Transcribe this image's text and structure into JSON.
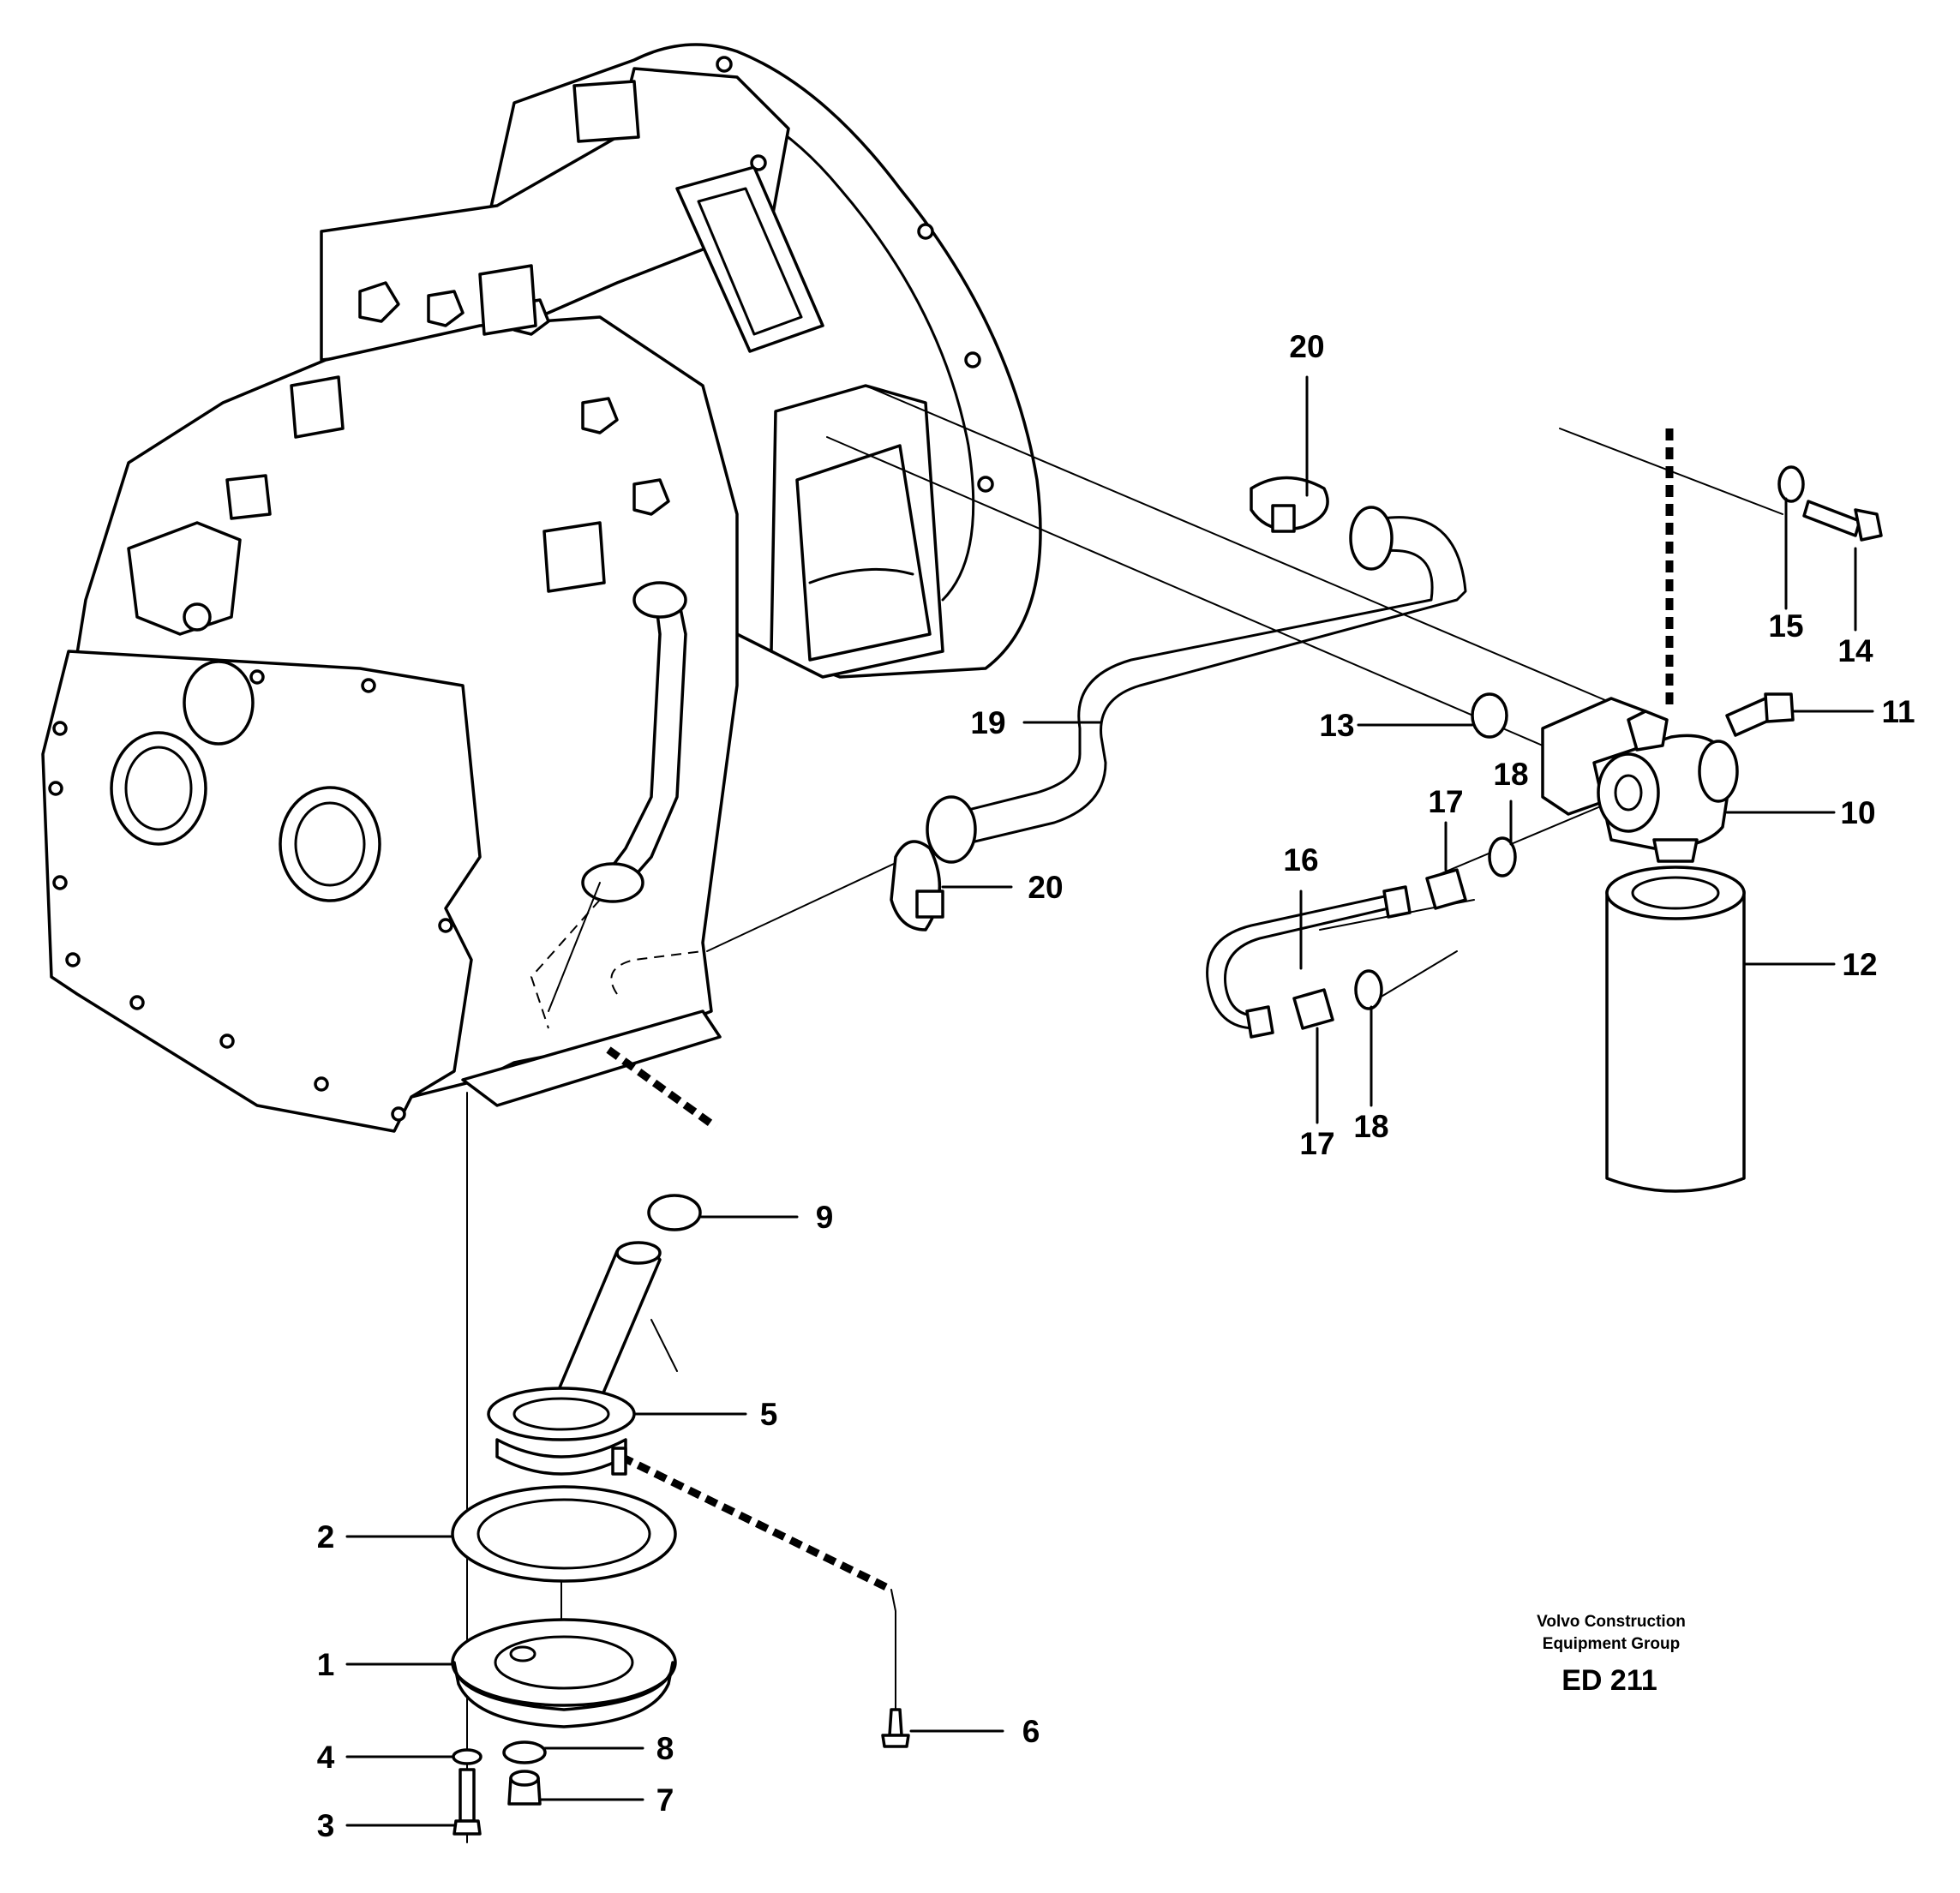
{
  "callouts": [
    {
      "label": "1"
    },
    {
      "label": "2"
    },
    {
      "label": "3"
    },
    {
      "label": "4"
    },
    {
      "label": "5"
    },
    {
      "label": "6"
    },
    {
      "label": "7"
    },
    {
      "label": "8"
    },
    {
      "label": "9"
    },
    {
      "label": "10"
    },
    {
      "label": "11"
    },
    {
      "label": "12"
    },
    {
      "label": "13"
    },
    {
      "label": "14"
    },
    {
      "label": "15"
    },
    {
      "label": "16"
    },
    {
      "label": "17"
    },
    {
      "label": "17"
    },
    {
      "label": "18"
    },
    {
      "label": "18"
    },
    {
      "label": "19"
    },
    {
      "label": "20"
    },
    {
      "label": "20"
    }
  ],
  "credit": {
    "line1": "Volvo Construction",
    "line2": "Equipment Group",
    "code": "ED 211"
  }
}
